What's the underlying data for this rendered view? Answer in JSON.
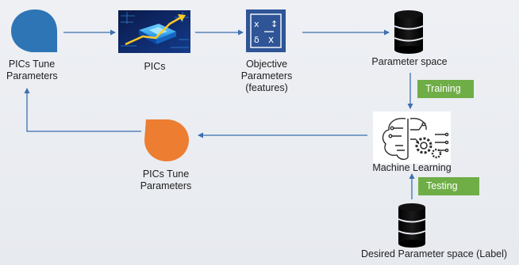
{
  "nodes": {
    "tune_top": {
      "line1": "PICs Tune",
      "line2": "Parameters",
      "color": "#2e75b6"
    },
    "pics": {
      "label": "PICs"
    },
    "objective": {
      "line1": "Objective",
      "line2": "Parameters",
      "line3": "(features)",
      "icon_bg": "#2f5597"
    },
    "param_space": {
      "label": "Parameter space"
    },
    "ml": {
      "label": "Machine Learning"
    },
    "tune_bottom": {
      "line1": "PICs Tune",
      "line2": "Parameters",
      "color": "#ed7d31"
    },
    "desired": {
      "label": "Desired Parameter space (Label)"
    }
  },
  "tags": {
    "training": "Training",
    "testing": "Testing",
    "color": "#6fad47"
  },
  "icons": [
    "speech-bubble-icon",
    "circuit-chip-icon",
    "formula-icon",
    "database-icon",
    "brain-gear-icon"
  ],
  "colors": {
    "arrow": "#3b6fb0",
    "database": "#000000"
  }
}
